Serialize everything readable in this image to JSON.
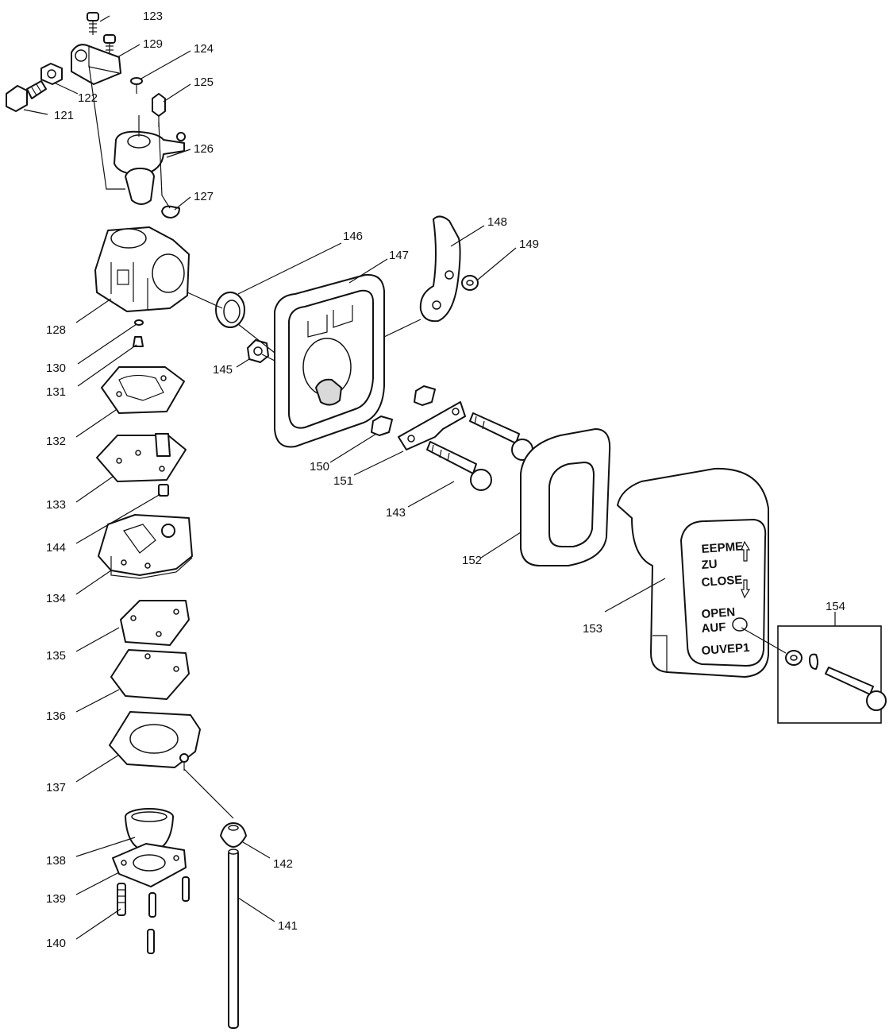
{
  "parts": [
    {
      "id": "121",
      "label": "121"
    },
    {
      "id": "122",
      "label": "122"
    },
    {
      "id": "123",
      "label": "123"
    },
    {
      "id": "124",
      "label": "124"
    },
    {
      "id": "125",
      "label": "125"
    },
    {
      "id": "126",
      "label": "126"
    },
    {
      "id": "127",
      "label": "127"
    },
    {
      "id": "128",
      "label": "128"
    },
    {
      "id": "129",
      "label": "129"
    },
    {
      "id": "130",
      "label": "130"
    },
    {
      "id": "131",
      "label": "131"
    },
    {
      "id": "132",
      "label": "132"
    },
    {
      "id": "133",
      "label": "133"
    },
    {
      "id": "134",
      "label": "134"
    },
    {
      "id": "135",
      "label": "135"
    },
    {
      "id": "136",
      "label": "136"
    },
    {
      "id": "137",
      "label": "137"
    },
    {
      "id": "138",
      "label": "138"
    },
    {
      "id": "139",
      "label": "139"
    },
    {
      "id": "140",
      "label": "140"
    },
    {
      "id": "141",
      "label": "141"
    },
    {
      "id": "142",
      "label": "142"
    },
    {
      "id": "143",
      "label": "143"
    },
    {
      "id": "144",
      "label": "144"
    },
    {
      "id": "145",
      "label": "145"
    },
    {
      "id": "146",
      "label": "146"
    },
    {
      "id": "147",
      "label": "147"
    },
    {
      "id": "148",
      "label": "148"
    },
    {
      "id": "149",
      "label": "149"
    },
    {
      "id": "150",
      "label": "150"
    },
    {
      "id": "151",
      "label": "151"
    },
    {
      "id": "152",
      "label": "152"
    },
    {
      "id": "153",
      "label": "153"
    },
    {
      "id": "154",
      "label": "154"
    }
  ],
  "cover_label": {
    "line1": "EEPME",
    "line2": "ZU",
    "line3": "CLOSE",
    "line4": "OPEN",
    "line5": "AUF",
    "line6": "OUVEP1"
  }
}
